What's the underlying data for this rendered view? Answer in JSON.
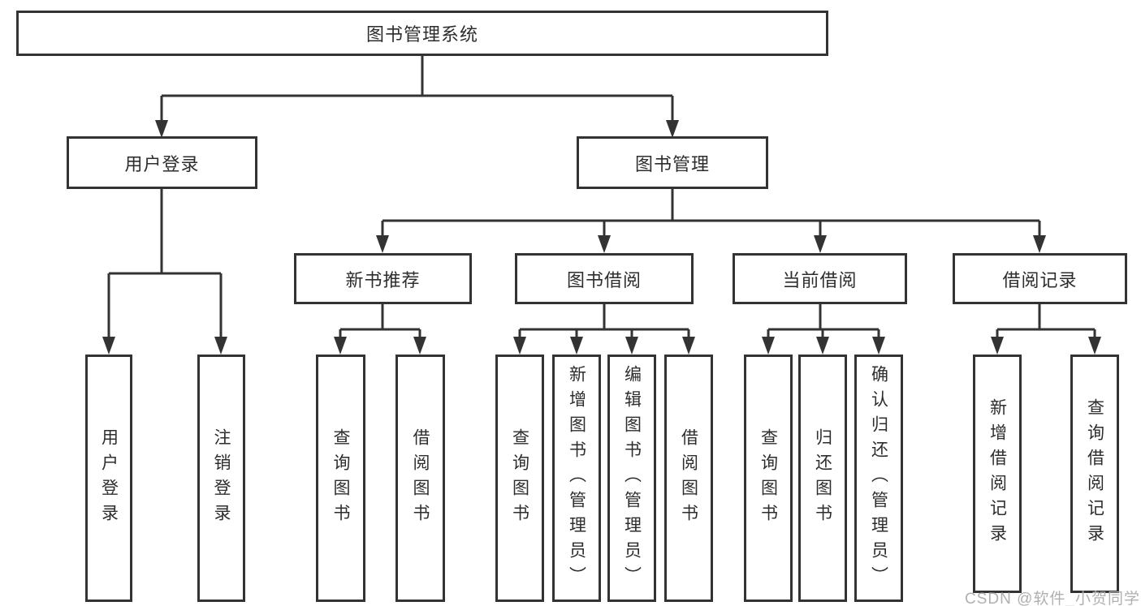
{
  "diagram": {
    "root": "图书管理系统",
    "branches": [
      {
        "label": "用户登录",
        "children": [
          "用户登录",
          "注销登录"
        ]
      },
      {
        "label": "图书管理",
        "groups": [
          {
            "label": "新书推荐",
            "children": [
              "查询图书",
              "借阅图书"
            ]
          },
          {
            "label": "图书借阅",
            "children": [
              "查询图书",
              "新增图书（管理员）",
              "编辑图书（管理员）",
              "借阅图书"
            ]
          },
          {
            "label": "当前借阅",
            "children": [
              "查询图书",
              "归还图书",
              "确认归还（管理员）"
            ]
          },
          {
            "label": "借阅记录",
            "children": [
              "新增借阅记录",
              "查询借阅记录"
            ]
          }
        ]
      }
    ]
  },
  "watermark": "CSDN @软件_小贺同学",
  "colors": {
    "line": "#333333",
    "text": "#2d2d2d",
    "watermark": "#b0b0b0",
    "background": "#ffffff"
  }
}
